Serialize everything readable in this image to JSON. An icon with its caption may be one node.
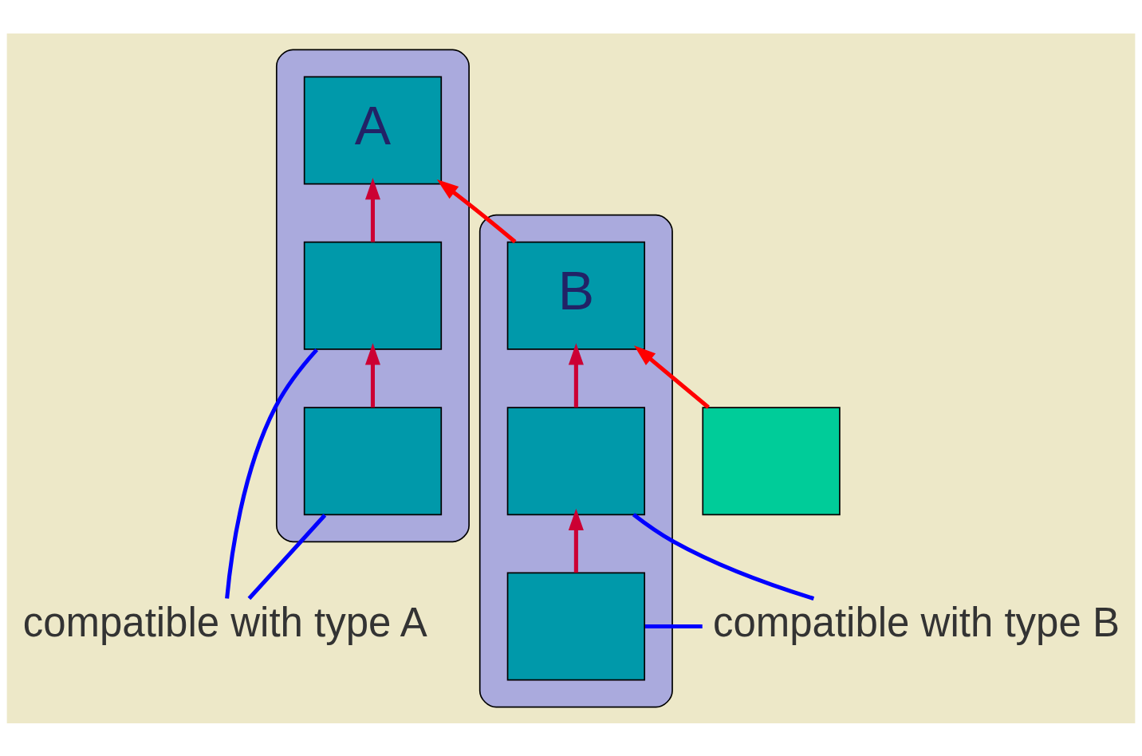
{
  "diagram": {
    "nodes": [
      {
        "text": [],
        "shape": "ellipse"
      },
      {
        "text": [
          "A"
        ],
        "in": 0
      },
      {
        "text": [],
        "shape": "box",
        "in": 0
      },
      {
        "text": [],
        "shape": "box",
        "in": 0
      },
      {
        "text": [],
        "shape": "ellipse"
      },
      {
        "text": [
          "B"
        ],
        "in": 4
      },
      {
        "text": [],
        "shape": "box",
        "in": 4
      },
      {
        "text": [],
        "shape": "box",
        "in": 4
      },
      {
        "text": [],
        "shape": "box"
      },
      {
        "text": [
          "compatible with type A"
        ]
      },
      {
        "text": [
          "compatible with type B"
        ]
      }
    ],
    "edges": [
      {
        "from": 8,
        "to": 5,
        "arrow": "to",
        "color": "#ff0000"
      },
      {
        "from": 5,
        "to": 1,
        "arrow": "to",
        "color": "#ff0000"
      },
      {
        "from": 2,
        "to": 1,
        "arrow": "to",
        "color": "#cc0033"
      },
      {
        "from": 3,
        "to": 2,
        "arrow": "to",
        "color": "#cc0033"
      },
      {
        "from": 6,
        "to": 5,
        "arrow": "to",
        "color": "#cc0033"
      },
      {
        "from": 7,
        "to": 6,
        "arrow": "to",
        "color": "#cc0033"
      },
      {
        "from": 9,
        "to": 2,
        "arrow": "none",
        "color": "#0000ff"
      },
      {
        "from": 9,
        "to": 3,
        "arrow": "none",
        "color": "#0000ff"
      },
      {
        "from": 10,
        "to": 6,
        "arrow": "none",
        "color": "#0000ff"
      },
      {
        "from": 10,
        "to": 7,
        "arrow": "none",
        "color": "#0000ff"
      }
    ]
  }
}
